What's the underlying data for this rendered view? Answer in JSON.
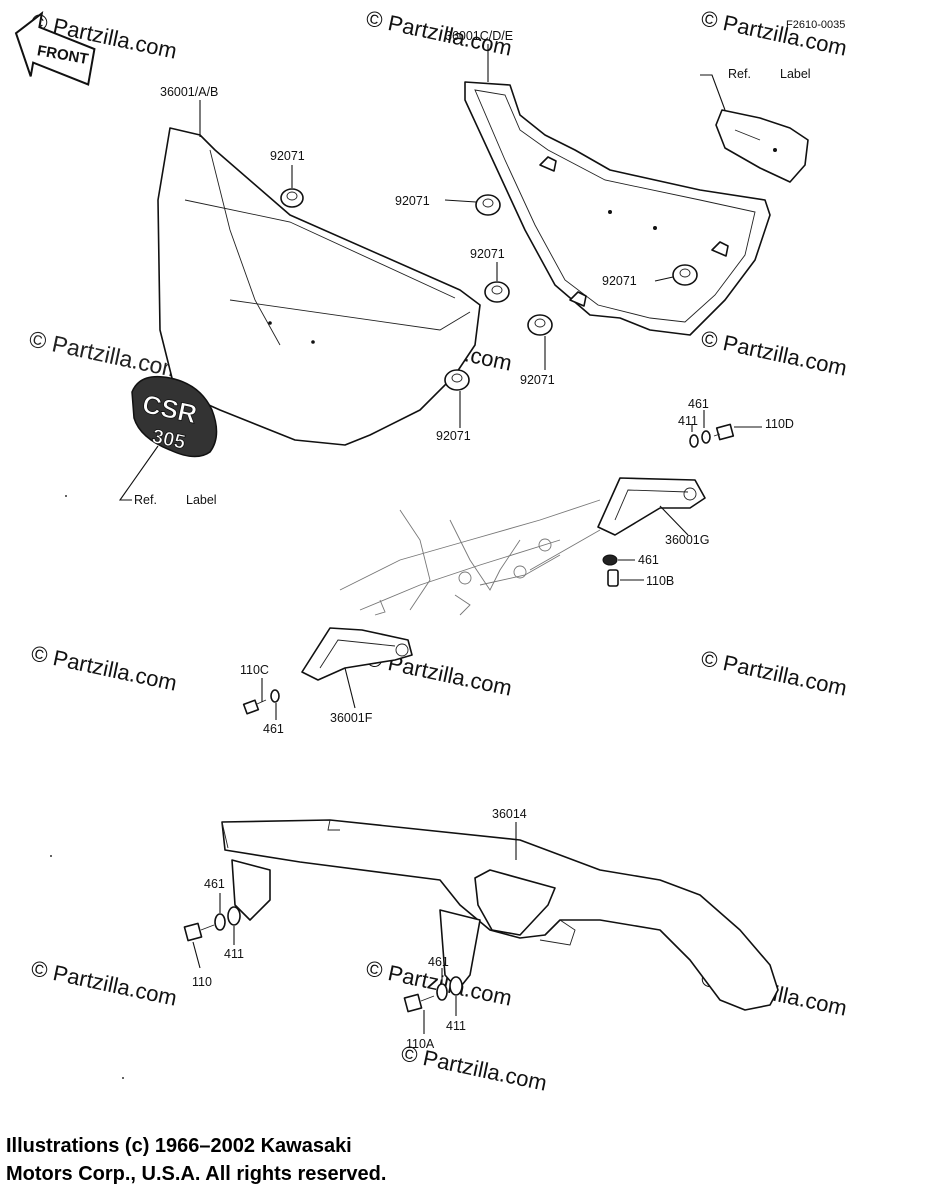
{
  "diagram_code": "F2610-0035",
  "front_arrow": "FRONT",
  "watermarks": [
    "© Partzilla.com",
    "© Partzilla.com",
    "© Partzilla.com",
    "© Partzilla.com",
    "© Partzilla.com",
    "© Partzilla.com",
    "© Partzilla.com",
    "© Partzilla.com",
    "© Partzilla.com",
    "© Partzilla.com",
    "© Partzilla.com",
    "© Partzilla.com"
  ],
  "side_watermark": "© Partzilla.com",
  "emblem": {
    "top": "CSR",
    "bottom": "305"
  },
  "labels": {
    "side_cover_left": "36001/A/B",
    "side_cover_right": "36001C/D/E",
    "ref_label_top": "Ref.",
    "label_top": "Label",
    "ref_label_left": "Ref.",
    "label_left": "Label",
    "grommet_1": "92071",
    "grommet_2": "92071",
    "grommet_3": "92071",
    "grommet_4": "92071",
    "grommet_5": "92071",
    "grommet_6": "92071",
    "washer_411_a": "411",
    "washer_461_a": "461",
    "bolt_110d": "110D",
    "bracket_g": "36001G",
    "washer_461_b": "461",
    "bolt_110b": "110B",
    "bolt_110c": "110C",
    "washer_461_c": "461",
    "bracket_f": "36001F",
    "chain_cover": "36014",
    "washer_461_d": "461",
    "bolt_110": "110",
    "washer_411_b": "411",
    "washer_461_e": "461",
    "bolt_110a": "110A",
    "washer_411_c": "411"
  },
  "copyright": {
    "line1": "Illustrations (c) 1966–2002 Kawasaki",
    "line2": "Motors Corp., U.S.A.  All rights reserved."
  }
}
